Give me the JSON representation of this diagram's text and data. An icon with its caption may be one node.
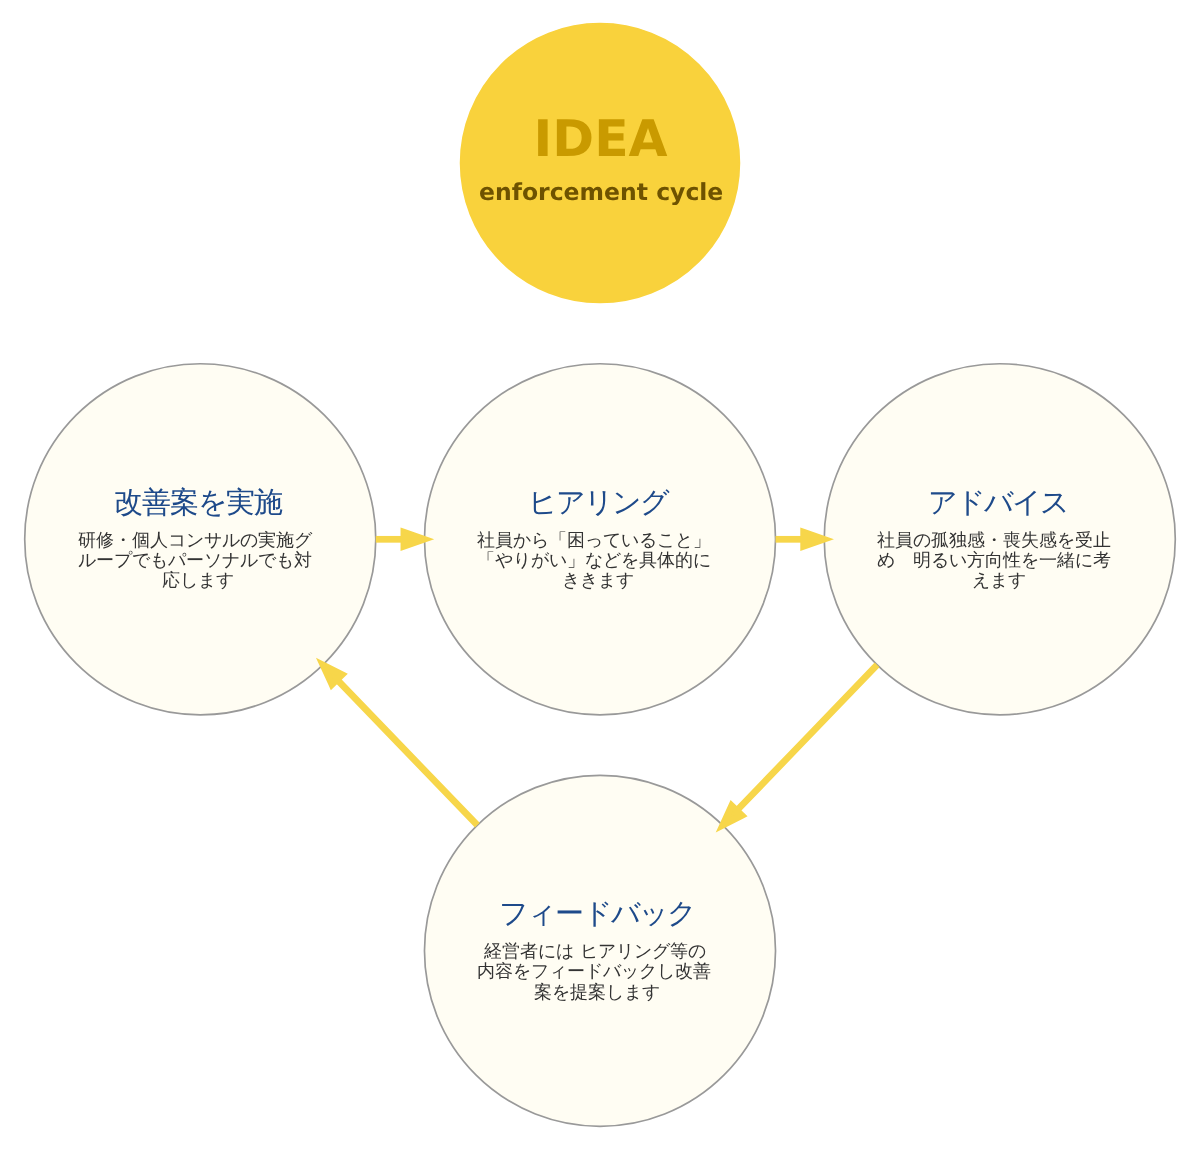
{
  "diagram": {
    "nodes": [
      {
        "text": [
          "ヒアリング",
          "社員から「困っていること」「やりがい」などを具体的にききます"
        ]
      },
      {
        "text": [
          "改善案を実施",
          "研修・個人コンサルの実施グループでもパーソナルでも対応します"
        ]
      },
      {
        "text": [
          "IDEA",
          "enforcement cycle"
        ]
      },
      {
        "text": [
          "アドバイス",
          "社員の孤独感・喪失感を受止め　明るい方向性を一緒に考えます"
        ]
      },
      {
        "text": [
          "フィードバック",
          "経営者には ヒアリング等の内容をフィードバックし改善案を提案します"
        ]
      }
    ],
    "edges": [
      {
        "from": 0,
        "to": 3,
        "arrow": "to"
      },
      {
        "from": 3,
        "to": 4,
        "arrow": "to"
      },
      {
        "from": 4,
        "to": 1,
        "arrow": "to"
      },
      {
        "from": 1,
        "to": 0,
        "arrow": "to"
      }
    ]
  }
}
